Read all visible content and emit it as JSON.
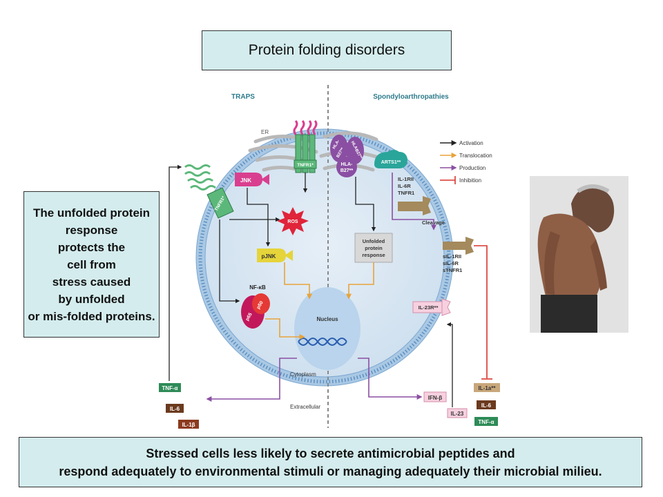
{
  "title": "Protein folding disorders",
  "left_box": {
    "lines": [
      "The unfolded protein",
      "response",
      "protects the",
      "cell from",
      "stress caused",
      "by unfolded",
      "or mis-folded proteins."
    ]
  },
  "bottom_box": {
    "lines": [
      "Stressed cells less likely to secrete antimicrobial peptides and",
      "respond adequately to environmental stimuli or managing adequately  their microbial milieu."
    ]
  },
  "diagram": {
    "section_left": "TRAPS",
    "section_right": "Spondyloarthropathies",
    "legend": {
      "activation": "Activation",
      "translocation": "Translocation",
      "production": "Production",
      "inhibition": "Inhibition"
    },
    "labels": {
      "er": "ER",
      "tnfr1_er": "TNFR1*",
      "tnfr1_membrane": "TNFR1*",
      "jnk": "JNK",
      "ros": "ROS",
      "pjnk": "pJNK",
      "nfkb": "NF-κB",
      "p50": "p50",
      "p65": "p65",
      "nucleus": "Nucleus",
      "cytoplasm": "Cytoplasm",
      "extracellular": "Extracellular",
      "hla1": "HLA-",
      "hla2": "B27**",
      "hla3": "HLA-",
      "hla4": "B27**",
      "hla5": "HLA-",
      "hla6": "B27**",
      "upr1": "Unfolded",
      "upr2": "protein",
      "upr3": "response",
      "arts1": "ARTS1**",
      "rec1": "IL-1RII",
      "rec2": "IL-6R",
      "rec3": "TNFR1",
      "cleavage": "Cleavage",
      "sol1": "sIL-1RII",
      "sol2": "sIL-6R",
      "sol3": "sTNFR1",
      "il23r": "IL-23R**",
      "tnfa_left": "TNF-α",
      "il6_left": "IL-6",
      "il1b_left": "IL-1β",
      "ifnb": "IFN-β",
      "il23": "IL-23",
      "il1a_right": "IL-1a**",
      "il6_right": "IL-6",
      "tnfa_right": "TNF-α"
    },
    "colors": {
      "activation": "#222222",
      "translocation": "#e8a33a",
      "production": "#8a4fa2",
      "inhibition": "#d9342b",
      "cell": "#d6e6f2",
      "nucleus": "#b9d4ec",
      "membrane": "#7ba7d0",
      "green_receptor": "#5cb87a",
      "jnk_pink": "#d93f8f",
      "ros_red": "#e0243a",
      "pjnk_yellow": "#e5d43a",
      "hla_purple": "#8a4fa2",
      "arts1_teal": "#2aa59a",
      "tan": "#a48a5c"
    }
  }
}
